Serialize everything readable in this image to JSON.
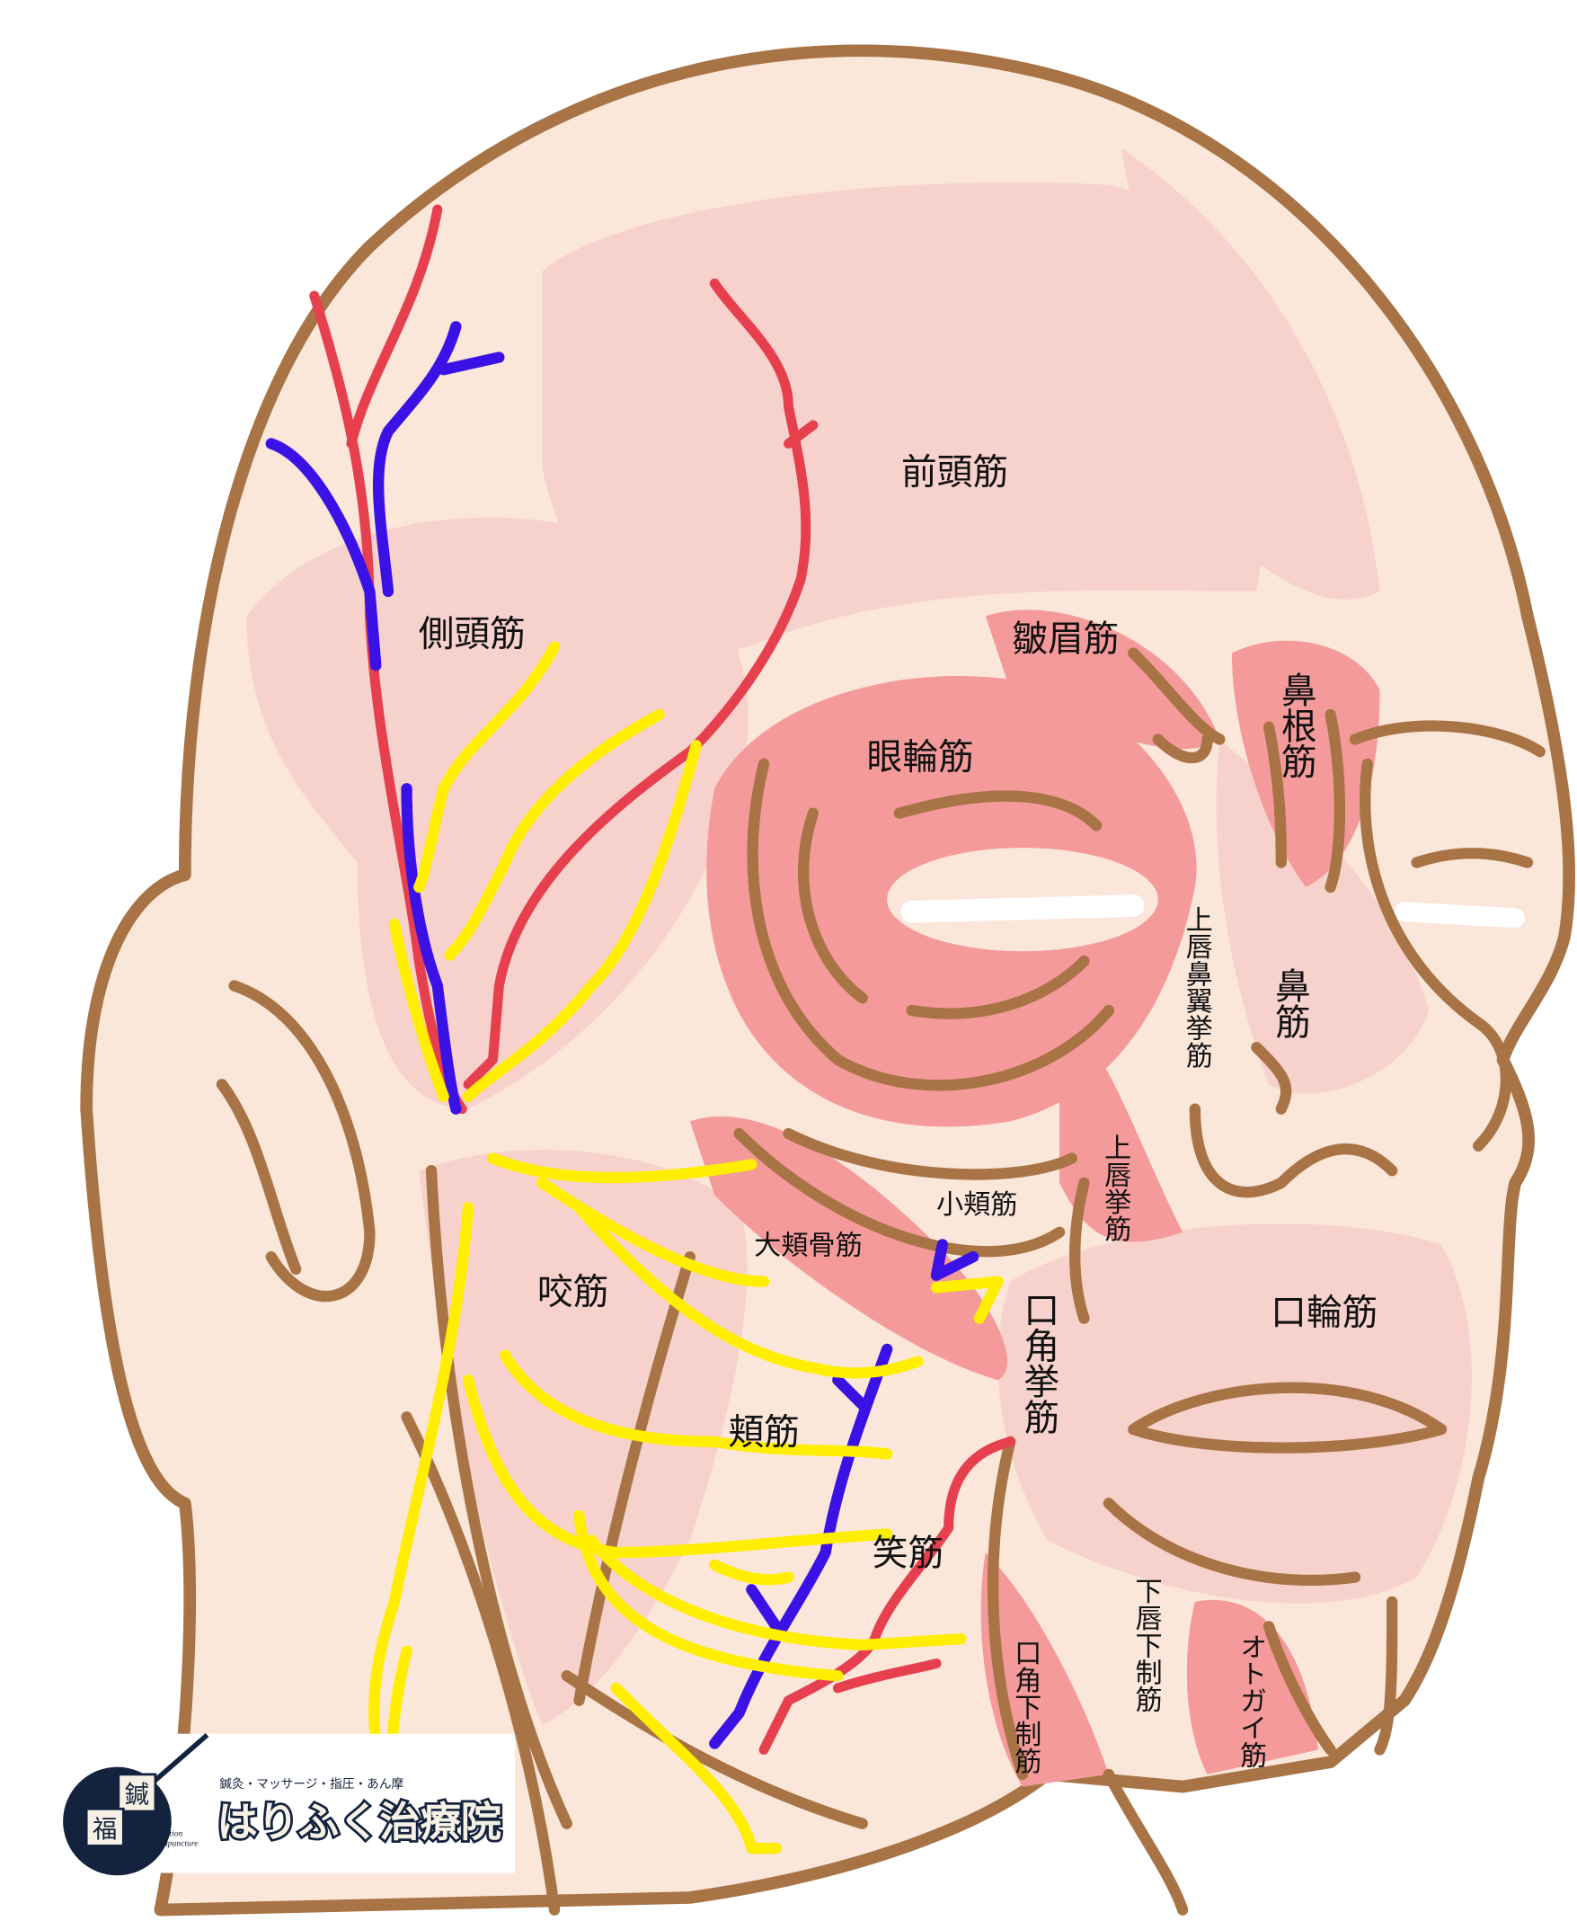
{
  "labels": {
    "frontalis": "前頭筋",
    "temporalis": "側頭筋",
    "corrugator": "皺眉筋",
    "procerus": "鼻根筋",
    "orbicularis_oculi": "眼輪筋",
    "levator_labii_alaeque": "上唇鼻翼挙筋",
    "nasalis": "鼻筋",
    "levator_labii": "上唇挙筋",
    "zygomaticus_minor": "小頬筋",
    "zygomaticus_major": "大頬骨筋",
    "masseter": "咬筋",
    "levator_anguli_oris": "口角挙筋",
    "orbicularis_oris": "口輪筋",
    "buccinator": "頬筋",
    "risorius": "笑筋",
    "depressor_anguli_oris": "口角下制筋",
    "depressor_labii": "下唇下制筋",
    "mentalis": "オトガイ筋"
  },
  "logo": {
    "services": "鍼灸・マッサージ・指圧・あん摩",
    "name": "はりふく治療院",
    "emblem_chars": "鍼福",
    "tagline": "rehabilitation acupuncture"
  },
  "colors": {
    "skin": "#fbe6da",
    "muscle_light": "#f7d2cc",
    "muscle": "#f49a9a",
    "outline": "#a87345",
    "artery": "#e6404f",
    "vein": "#3a12e6",
    "nerve": "#ffee00",
    "logo_navy": "#13223d"
  }
}
